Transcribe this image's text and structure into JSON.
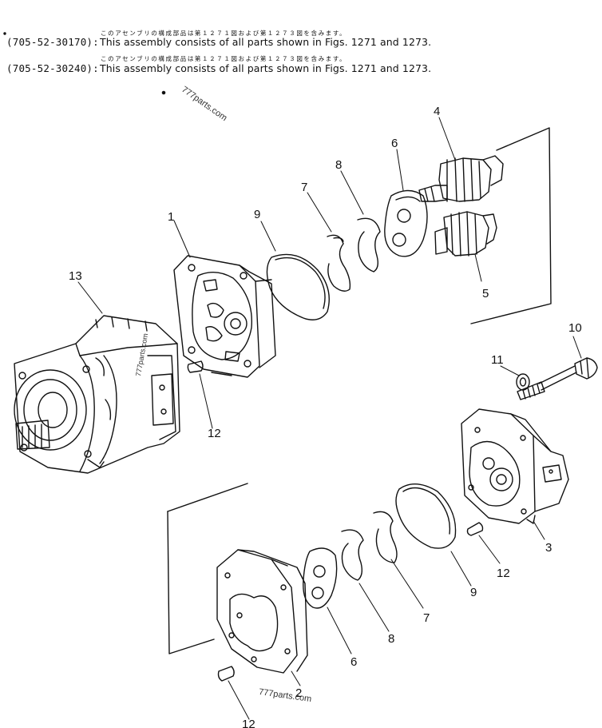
{
  "header": {
    "lines": [
      {
        "japanese": "このアセンブリの構成部品は第１２７１図および第１２７３図を含みます。",
        "part_code": "(705-52-30170):",
        "description": "This assembly consists of all parts shown in Figs. 1271 and 1273."
      },
      {
        "japanese": "このアセンブリの構成部品は第１２７１図および第１２７３図を含みます。",
        "part_code": "(705-52-30240):",
        "description": "This assembly consists of all parts shown in Figs. 1271 and 1273."
      }
    ]
  },
  "watermarks": [
    "777parts.com",
    "777parts.com",
    "777parts.com"
  ],
  "callouts": [
    "1",
    "2",
    "3",
    "4",
    "5",
    "6",
    "6",
    "7",
    "7",
    "8",
    "8",
    "9",
    "9",
    "10",
    "11",
    "12",
    "12",
    "12",
    "13"
  ],
  "colors": {
    "ink": "#111111",
    "paper": "#ffffff"
  }
}
